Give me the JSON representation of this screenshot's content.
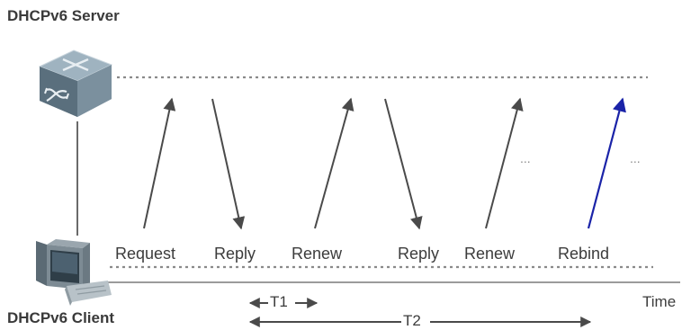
{
  "server": {
    "title": "DHCPv6 Server",
    "icon": "switch-icon"
  },
  "client": {
    "title": "DHCPv6 Client",
    "icon": "desktop-computer-icon"
  },
  "messages": [
    {
      "label": "Request",
      "direction": "up"
    },
    {
      "label": "Reply",
      "direction": "down"
    },
    {
      "label": "Renew",
      "direction": "up"
    },
    {
      "label": "Reply",
      "direction": "down"
    },
    {
      "label": "Renew",
      "direction": "up"
    },
    {
      "label": "Rebind",
      "direction": "up",
      "color": "#1a23a8"
    }
  ],
  "ellipses": [
    "...",
    "..."
  ],
  "time_label": "Time",
  "intervals": [
    {
      "label": "T1"
    },
    {
      "label": "T2"
    }
  ],
  "colors": {
    "arrow": "#4a4a4a",
    "rebind_arrow": "#1a23a8",
    "dotted": "#8a8a8a"
  }
}
